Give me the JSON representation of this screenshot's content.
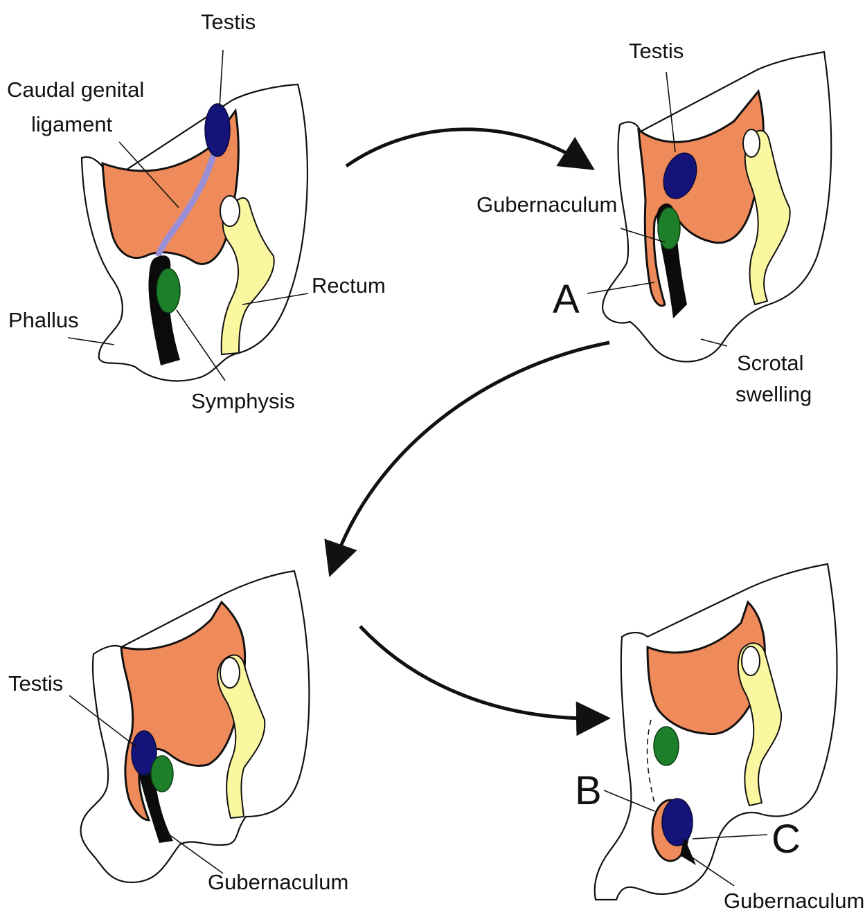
{
  "colors": {
    "peritoneum": "#ef8a5a",
    "rectum": "#fbf6a0",
    "testis": "#13137a",
    "symphysis": "#1d7f2a",
    "caudal_genital_ligament": "#9a8fd6",
    "gubernaculum": "#0b0b0b"
  },
  "panel1": {
    "testis": "Testis",
    "caudal_line1": "Caudal genital",
    "caudal_line2": "ligament",
    "rectum": "Rectum",
    "phallus": "Phallus",
    "symphysis": "Symphysis"
  },
  "panel2": {
    "testis": "Testis",
    "gubernaculum": "Gubernaculum",
    "letter_a": "A",
    "scrotal_line1": "Scrotal",
    "scrotal_line2": "swelling"
  },
  "panel3": {
    "testis": "Testis",
    "gubernaculum": "Gubernaculum"
  },
  "panel4": {
    "letter_b": "B",
    "letter_c": "C",
    "gubernaculum": "Gubernaculum"
  }
}
